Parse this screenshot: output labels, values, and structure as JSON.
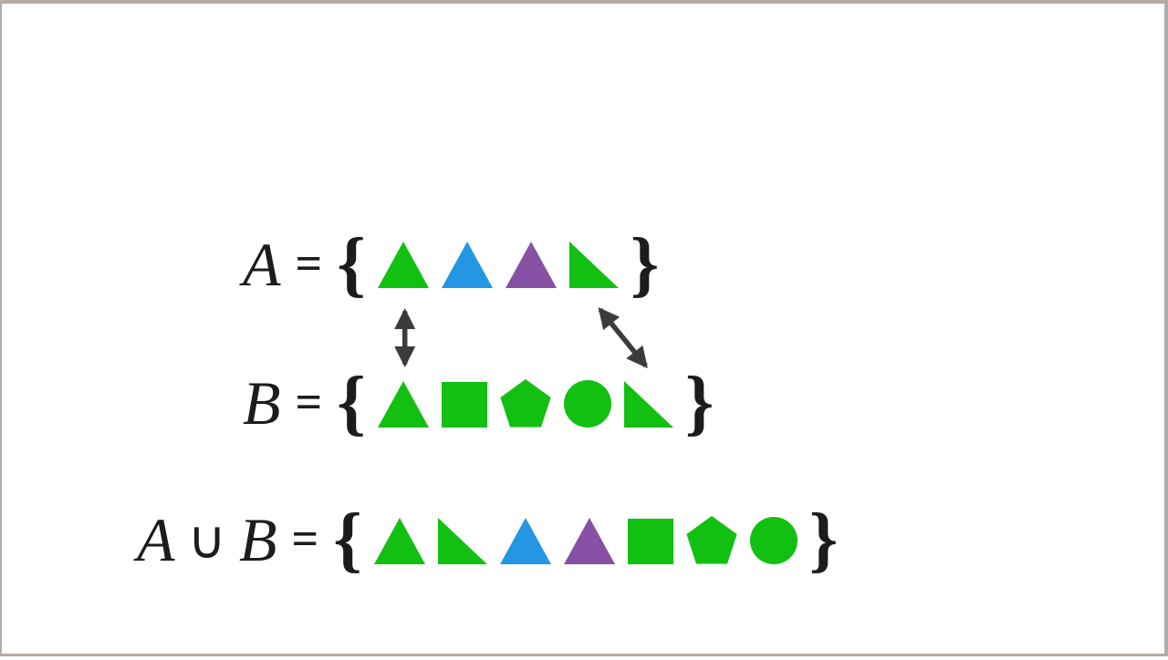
{
  "colors": {
    "green": "#12c012",
    "blue": "#2496e4",
    "purple": "#8651a5",
    "arrow": "#3b3b3b",
    "text": "#1c1c1c",
    "frame": "#b3aca4",
    "background": "#ffffff"
  },
  "set_a": {
    "label": "A",
    "equals": "=",
    "open_brace": "{",
    "close_brace": "}",
    "shapes": [
      {
        "shape": "triangle",
        "color": "green"
      },
      {
        "shape": "triangle",
        "color": "blue"
      },
      {
        "shape": "triangle",
        "color": "purple"
      },
      {
        "shape": "right-triangle",
        "color": "green"
      }
    ]
  },
  "set_b": {
    "label": "B",
    "equals": "=",
    "open_brace": "{",
    "close_brace": "}",
    "shapes": [
      {
        "shape": "triangle",
        "color": "green"
      },
      {
        "shape": "square",
        "color": "green"
      },
      {
        "shape": "pentagon",
        "color": "green"
      },
      {
        "shape": "circle",
        "color": "green"
      },
      {
        "shape": "right-triangle",
        "color": "green"
      }
    ]
  },
  "union": {
    "label_a": "A",
    "union_symbol": "∪",
    "label_b": "B",
    "equals": "=",
    "open_brace": "{",
    "close_brace": "}",
    "shapes": [
      {
        "shape": "triangle",
        "color": "green"
      },
      {
        "shape": "right-triangle",
        "color": "green"
      },
      {
        "shape": "triangle",
        "color": "blue"
      },
      {
        "shape": "triangle",
        "color": "purple"
      },
      {
        "shape": "square",
        "color": "green"
      },
      {
        "shape": "pentagon",
        "color": "green"
      },
      {
        "shape": "circle",
        "color": "green"
      }
    ]
  },
  "arrows": [
    {
      "name": "triangle-match-arrow",
      "style": "double-headed",
      "from": "set-a-shape-0-triangle",
      "to": "set-b-shape-0-triangle"
    },
    {
      "name": "right-triangle-match-arrow",
      "style": "double-headed",
      "from": "set-a-shape-3-right-triangle",
      "to": "set-b-shape-4-right-triangle"
    }
  ]
}
